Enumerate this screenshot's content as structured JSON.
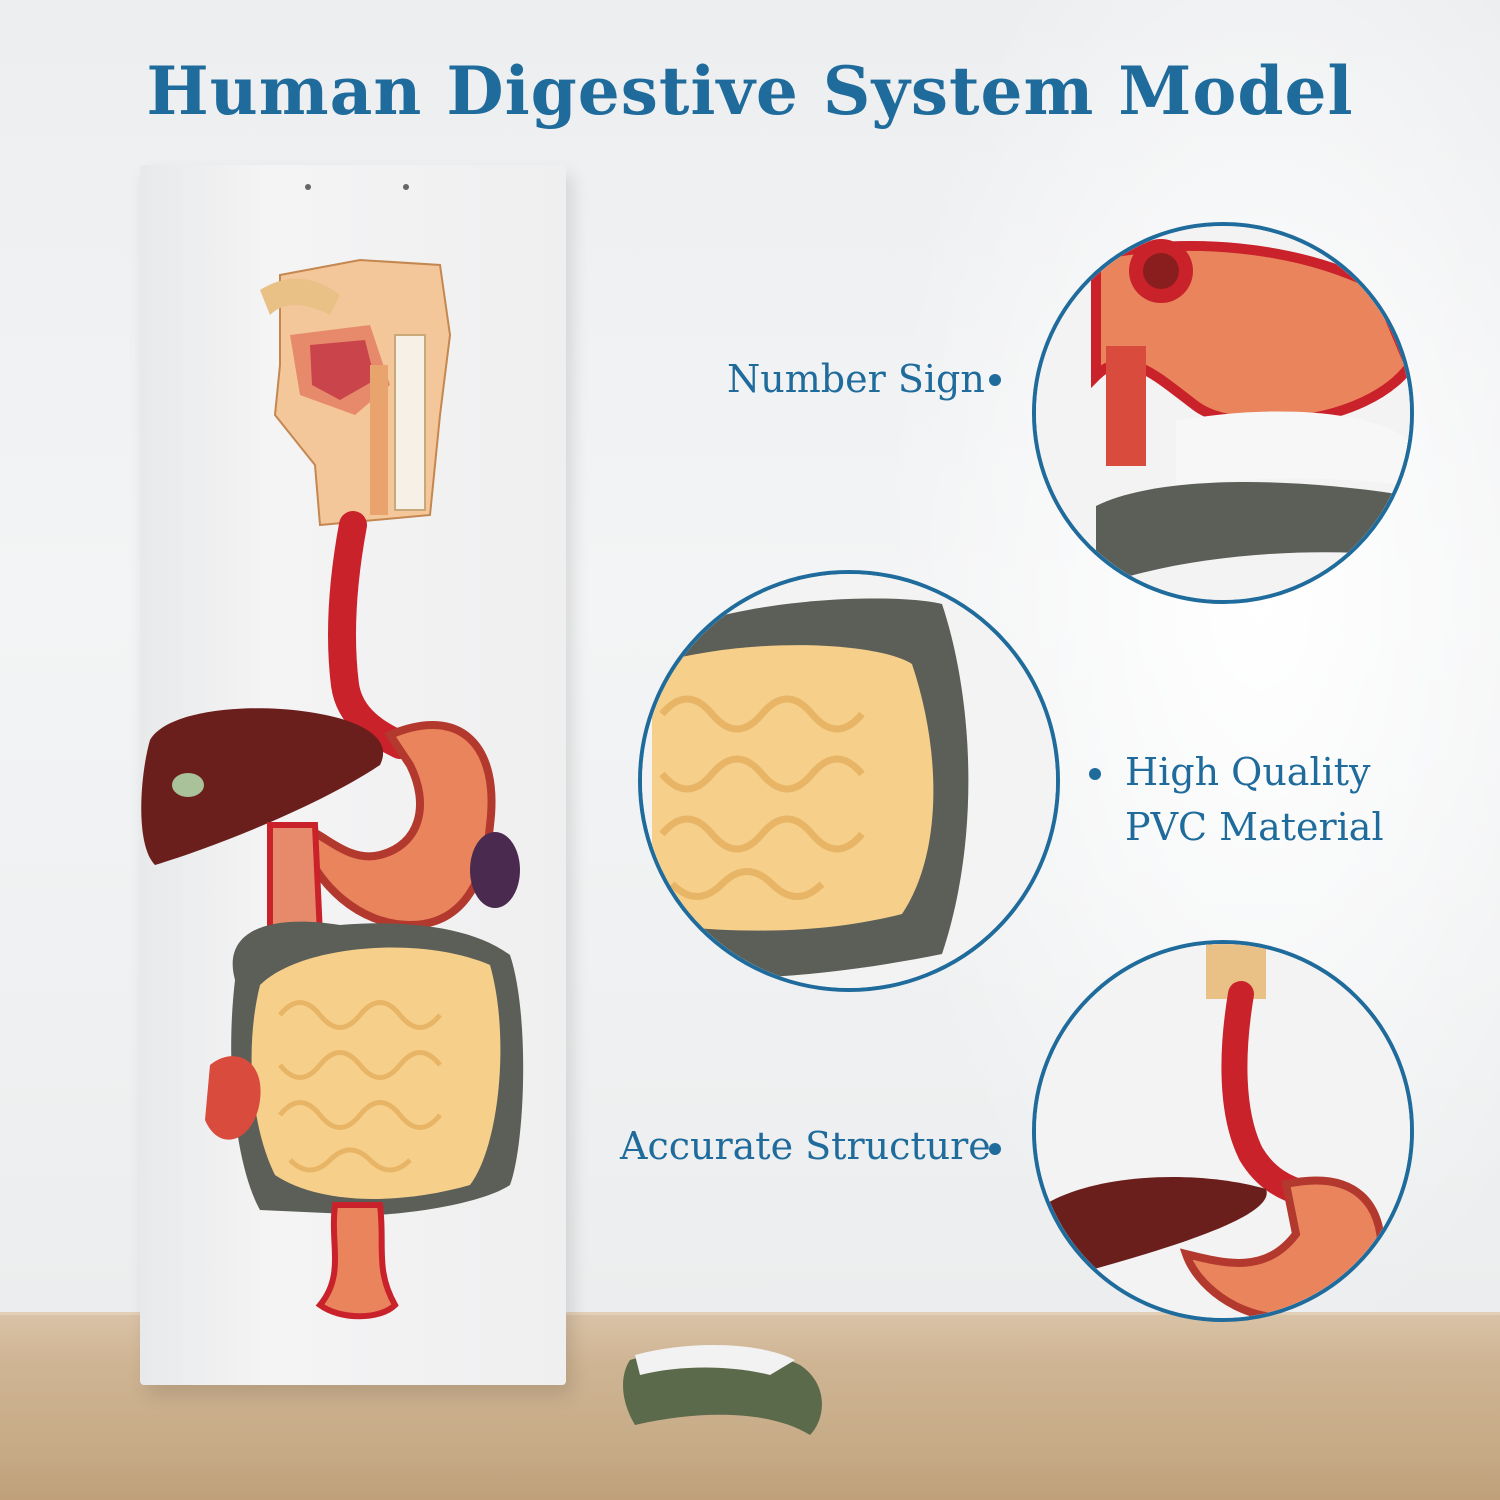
{
  "title": "Human Digestive System Model",
  "features": [
    {
      "text": "Number Sign",
      "icon": "bullet-dot"
    },
    {
      "lines": [
        "High Quality",
        "PVC Material"
      ],
      "icon": "bullet-dot"
    },
    {
      "text": "Accurate Structure",
      "icon": "bullet-dot"
    }
  ],
  "colors": {
    "accent": "#1f6b9c",
    "esophagus": "#c9222a",
    "liver": "#6b1f1d",
    "intestine": "#f6cf8a",
    "colon": "#5b5f58",
    "stomach": "#e9845d"
  }
}
